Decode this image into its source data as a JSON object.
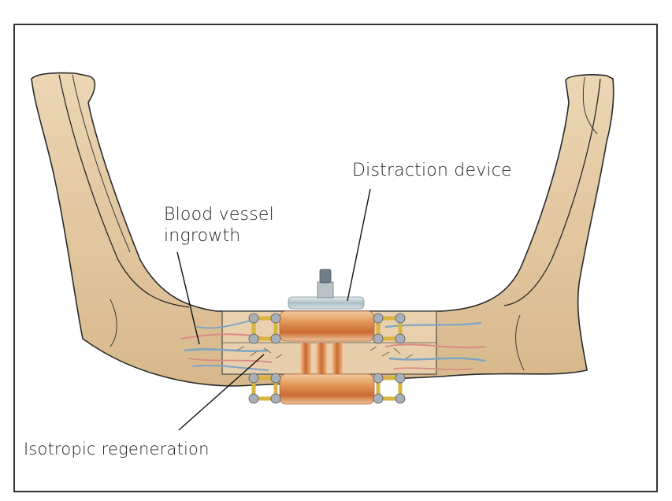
{
  "figure": {
    "subject": "Mandible with distraction osteogenesis device",
    "labels": {
      "distraction_device": "Distraction device",
      "blood_vessel_line1": "Blood vessel",
      "blood_vessel_line2": "ingrowth",
      "isotropic_regeneration": "Isotropic regeneration"
    },
    "colors": {
      "bone": "#e6cba3",
      "bone_shadow": "#c9a77a",
      "outline": "#2a2a2a",
      "vessel_blue": "#7ea4c4",
      "vessel_red": "#d98a86",
      "device_copper": "#d9844a",
      "device_gold": "#d8b440",
      "device_steel": "#b8c6cc",
      "frame": "#333333"
    }
  }
}
